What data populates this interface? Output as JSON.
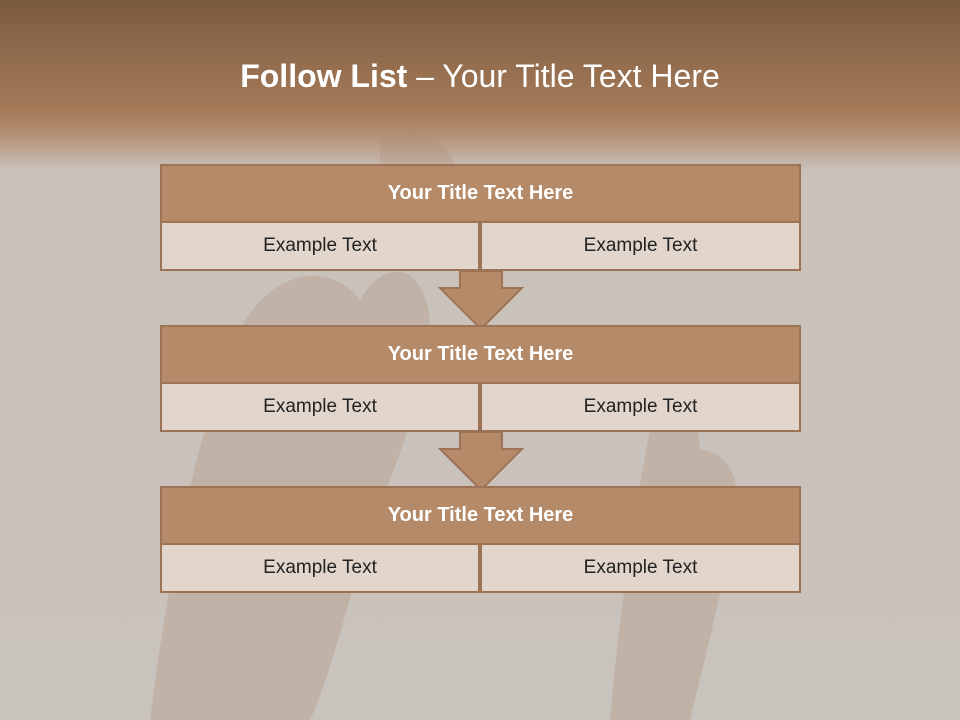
{
  "slide": {
    "title_bold": "Follow List",
    "title_rest": "– Your Title Text Here"
  },
  "steps": [
    {
      "title": "Your Title Text Here",
      "left": "Example Text",
      "right": "Example Text"
    },
    {
      "title": "Your Title Text Here",
      "left": "Example Text",
      "right": "Example Text"
    },
    {
      "title": "Your Title Text Here",
      "left": "Example Text",
      "right": "Example Text"
    }
  ],
  "colors": {
    "header_band": "#a57b59",
    "box_header": "#b48a68",
    "box_border": "#9c7354",
    "cell_fill": "#e2d6cc",
    "arrow_fill": "#b48a68"
  }
}
